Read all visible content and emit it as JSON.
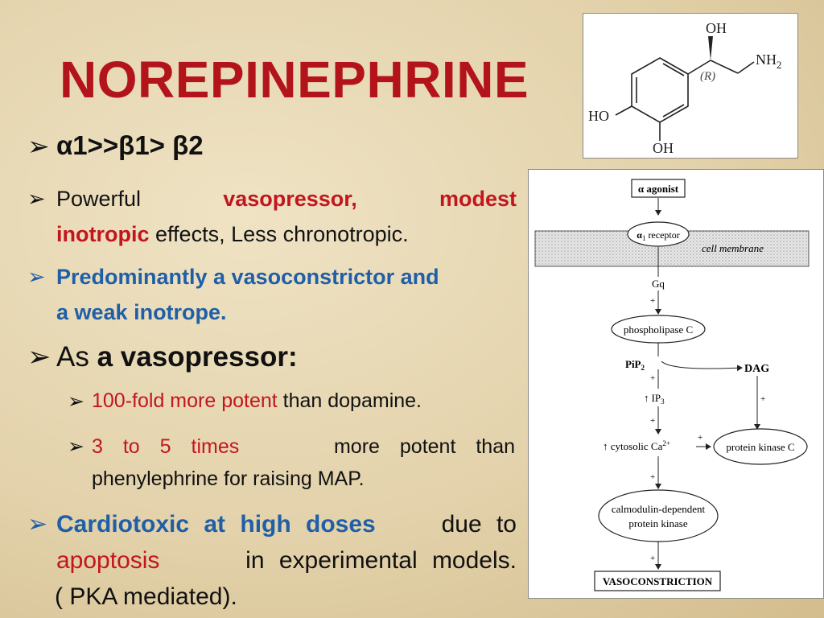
{
  "title": "NOREPINEPHRINE",
  "bullets": {
    "b1": "α1>>β1> β2",
    "b2": {
      "t1": "Powerful",
      "t2": "vasopressor,",
      "t3": "modest",
      "t4": "inotropic",
      "t5": "effects, Less chronotropic."
    },
    "b3": {
      "line1": "Predominantly a vasoconstrictor and",
      "line2": "a weak inotrope."
    },
    "b4": {
      "t1": "As ",
      "t2": "a vasopressor:"
    },
    "sub1": {
      "t1": "100-fold more potent",
      "t2": " than dopamine."
    },
    "sub2": {
      "t1": "3 to 5 times",
      "t2": " more potent than",
      "t3": "phenylephrine for raising MAP."
    },
    "b5": {
      "t1": "Cardiotoxic at high doses",
      "t2": " due to",
      "t3": "apoptosis",
      "t4": " in experimental models.",
      "t5": "( PKA mediated)."
    }
  },
  "structure": {
    "oh_top": "OH",
    "nh2": "NH",
    "nh2_sub": "2",
    "r_label": "(R)",
    "ho": "HO",
    "oh_bottom": "OH"
  },
  "pathway": {
    "agonist": "α agonist",
    "receptor": "α",
    "receptor_sub": "1",
    "receptor_word": " receptor",
    "membrane": "cell membrane",
    "gq": "Gq",
    "plus": "+",
    "plc": "phospholipase C",
    "pip": "PiP",
    "pip_sub": "2",
    "dag": "DAG",
    "ip_arrow": "↑",
    "ip": "IP",
    "ip_sub": "3",
    "ca_pre": "↑ cytosolic Ca",
    "ca_sup": "2+",
    "pkc": "protein kinase C",
    "camk1": "calmodulin-dependent",
    "camk2": "protein kinase",
    "result": "VASOCONSTRICTION"
  }
}
